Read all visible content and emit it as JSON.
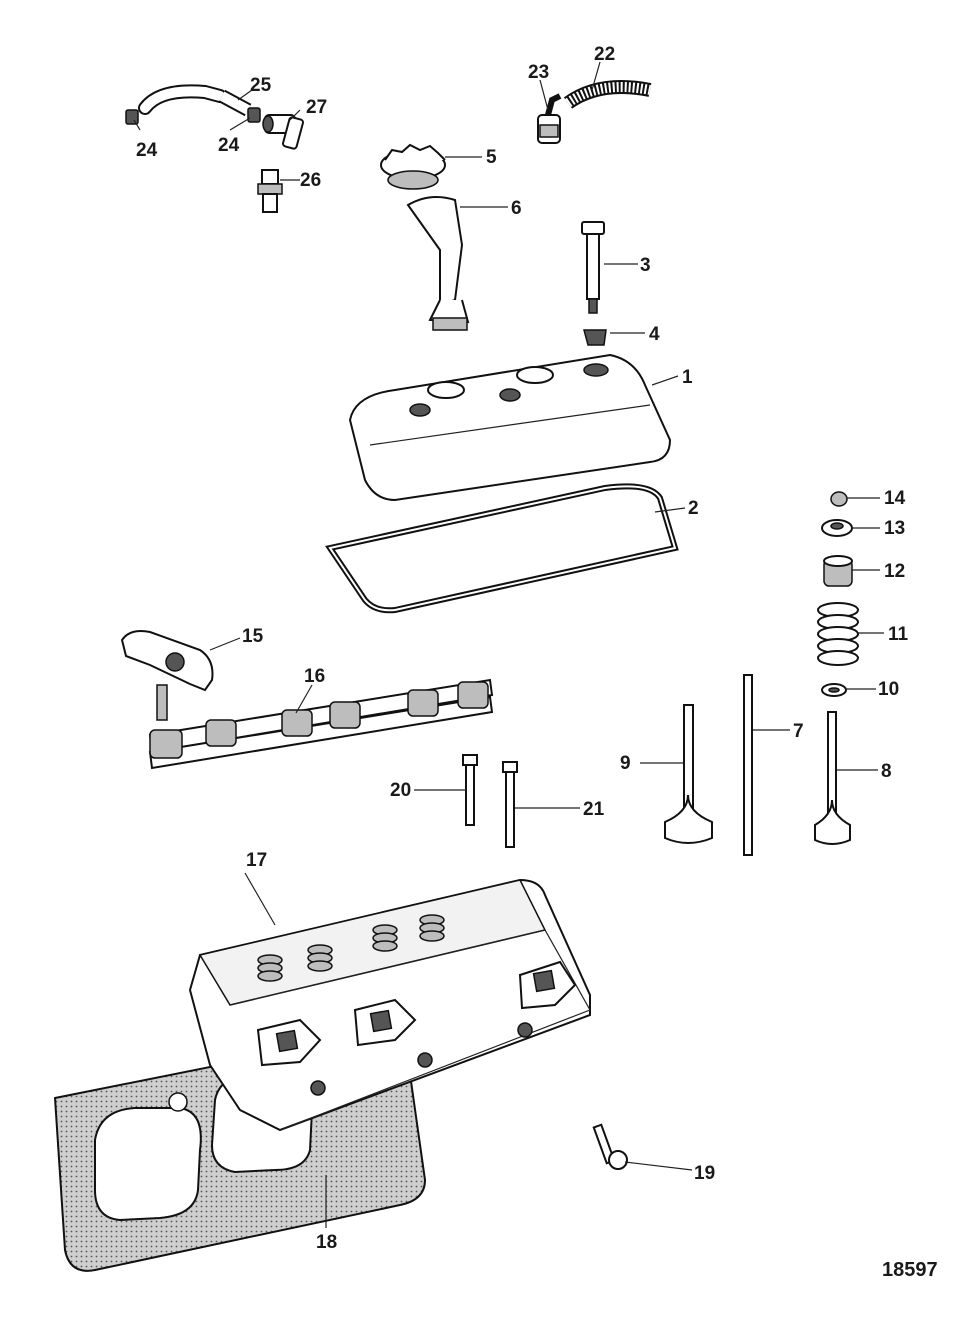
{
  "diagram": {
    "reference_number": "18597",
    "callouts": [
      "1",
      "2",
      "3",
      "4",
      "5",
      "6",
      "7",
      "8",
      "9",
      "10",
      "11",
      "12",
      "13",
      "14",
      "15",
      "16",
      "17",
      "18",
      "19",
      "20",
      "21",
      "22",
      "23",
      "24",
      "24",
      "25",
      "26",
      "27"
    ]
  }
}
